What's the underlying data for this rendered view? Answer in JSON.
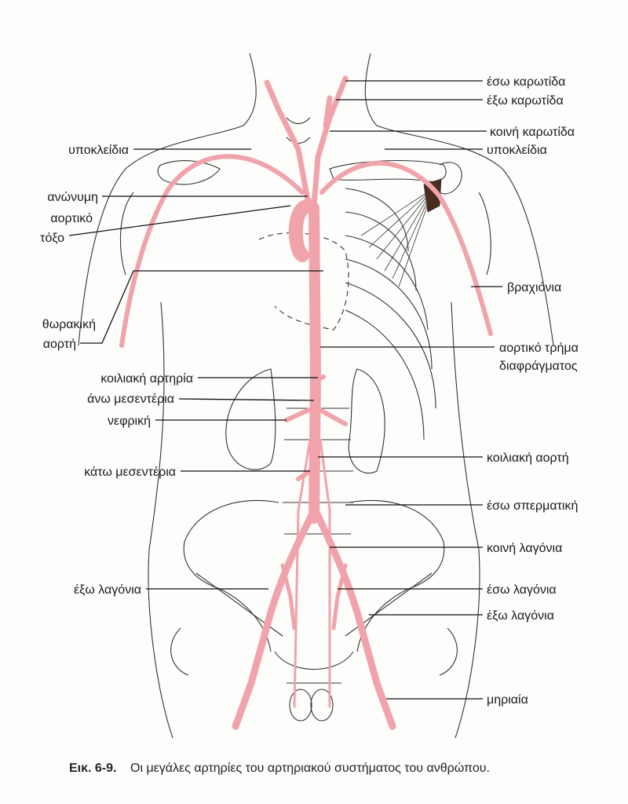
{
  "figure": {
    "labels_left": {
      "subclavian": "υποκλείδια",
      "innominate": "ανώνυμη",
      "aortic_arch_1": "αορτικό",
      "aortic_arch_2": "τόξο",
      "thoracic_aorta_1": "θωρακική",
      "thoracic_aorta_2": "αορτή",
      "celiac_artery": "κοιλιακή αρτηρία",
      "superior_mesenteric": "άνω μεσεντέρια",
      "renal": "νεφρική",
      "inferior_mesenteric": "κάτω μεσεντέρια",
      "external_iliac": "έξω λαγόνια"
    },
    "labels_right": {
      "internal_carotid": "έσω καρωτίδα",
      "external_carotid": "έξω καρωτίδα",
      "common_carotid": "κοινή καρωτίδα",
      "subclavian": "υποκλείδια",
      "brachial": "βραχιόνια",
      "aortic_hiatus_1": "αορτικό τρήμα",
      "aortic_hiatus_2": "διαφράγματος",
      "abdominal_aorta": "κοιλιακή αορτή",
      "internal_spermatic": "έσω σπερματική",
      "common_iliac": "κοινή λαγόνια",
      "internal_iliac": "έσω λαγόνια",
      "external_iliac": "έξω λαγόνια",
      "femoral": "μηριαία"
    },
    "caption_number": "Εικ. 6-9.",
    "caption_text": "Οι μεγάλες αρτηρίες του αρτηριακού συστήματος του ανθρώπου.",
    "artery_color": "#f0a3ab"
  }
}
